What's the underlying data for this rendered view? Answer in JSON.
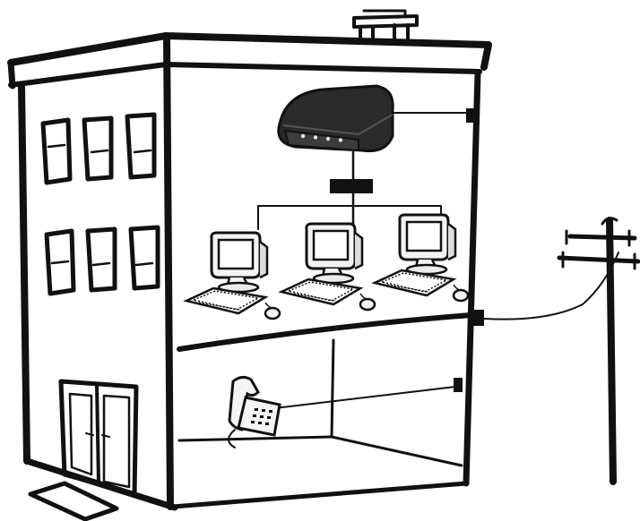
{
  "diagram": {
    "title": "",
    "colors": {
      "ink": "#111111",
      "paper": "#ffffff",
      "modem_body": "#2a2a2a",
      "monitor": "#f4f4f4",
      "hub": "#111111"
    },
    "building": {
      "windows_rows": 2,
      "windows_per_row": 3,
      "door": "double-door",
      "chimney": true
    },
    "devices": {
      "modem": {
        "icon": "dsl-modem-icon",
        "indicator_lights": 4
      },
      "hub": {
        "icon": "network-hub-icon"
      },
      "computers": [
        {
          "icon": "desktop-computer-icon"
        },
        {
          "icon": "desktop-computer-icon"
        },
        {
          "icon": "desktop-computer-icon"
        }
      ],
      "telephone": {
        "icon": "telephone-icon"
      }
    },
    "utility_pole": {
      "icon": "utility-pole-icon"
    },
    "connections": [
      {
        "from": "modem",
        "to": "wall-jack-top"
      },
      {
        "from": "modem",
        "to": "hub"
      },
      {
        "from": "hub",
        "to": "computer-1"
      },
      {
        "from": "hub",
        "to": "computer-2"
      },
      {
        "from": "hub",
        "to": "computer-3"
      },
      {
        "from": "wall-jack-mid",
        "to": "utility-pole"
      },
      {
        "from": "telephone",
        "to": "wall-jack-low"
      }
    ]
  }
}
